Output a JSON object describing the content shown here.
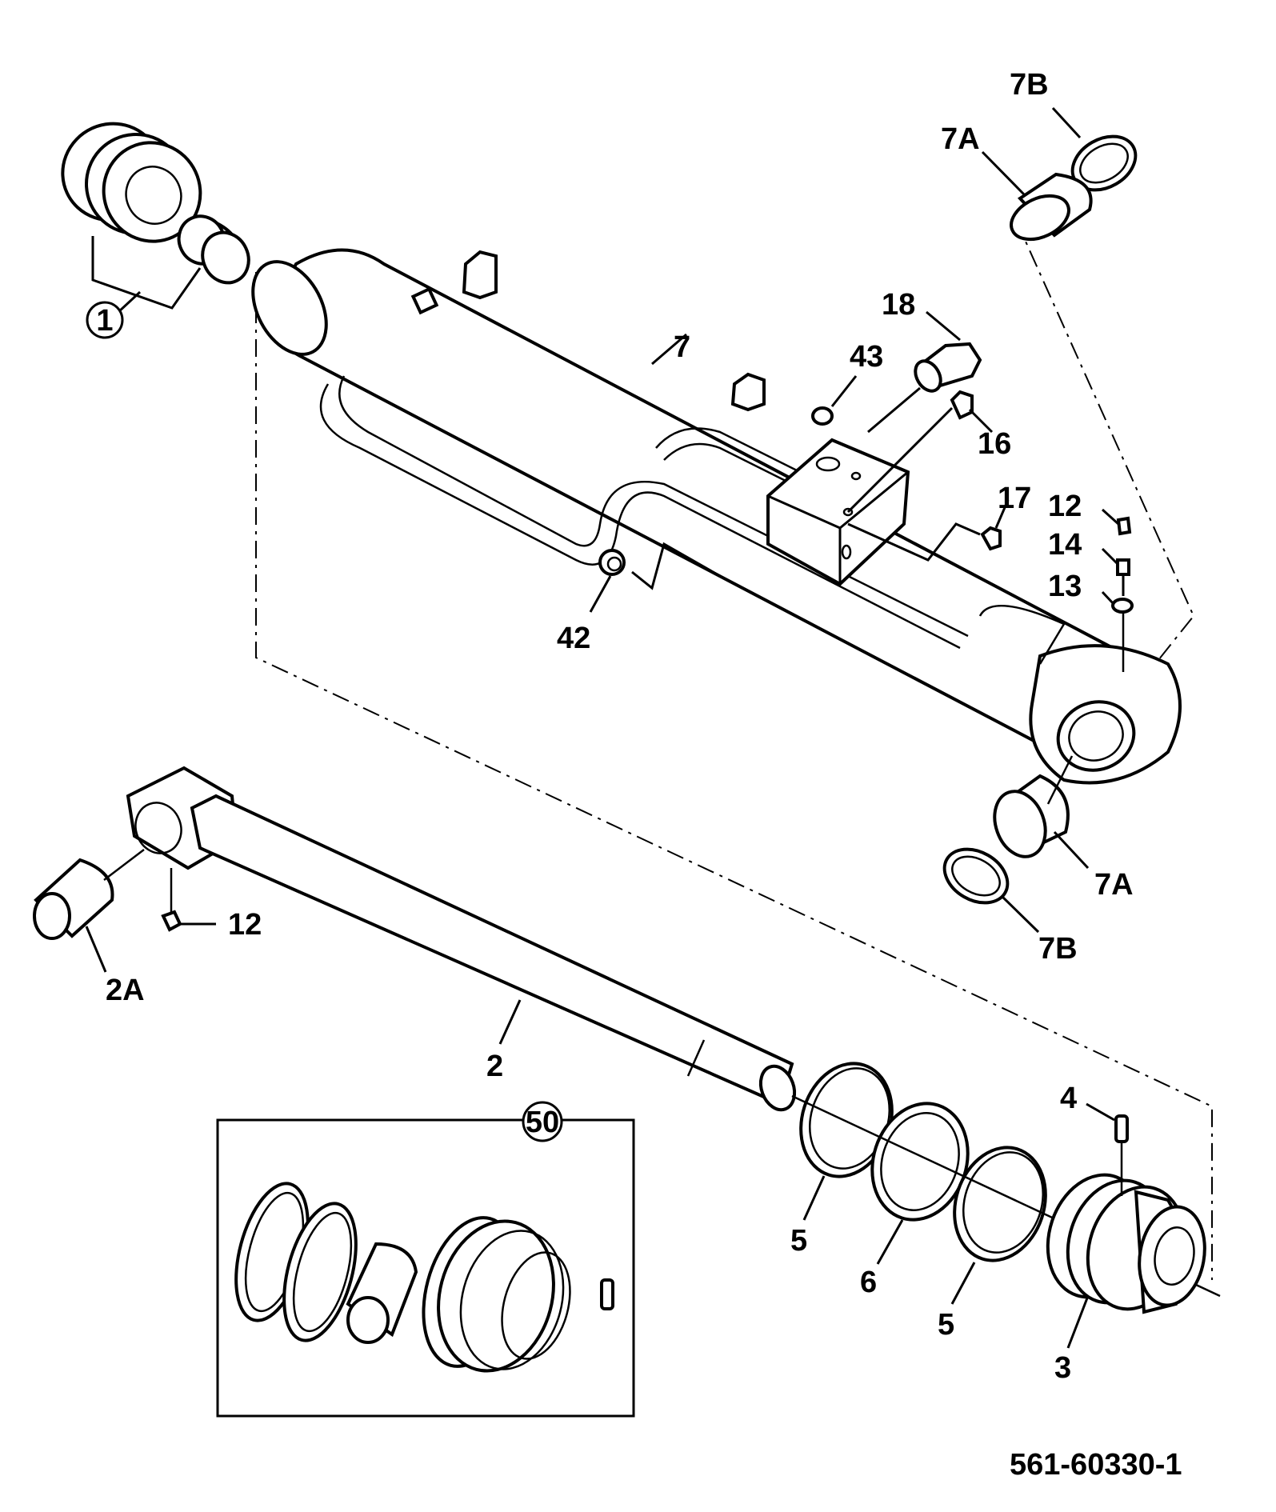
{
  "drawing_number": "561-60330-1",
  "callouts": {
    "c1": "1",
    "c7B_top": "7B",
    "c7A_top": "7A",
    "c18": "18",
    "c43": "43",
    "c7": "7",
    "c16": "16",
    "c17": "17",
    "c12_top": "12",
    "c14": "14",
    "c13": "13",
    "c42": "42",
    "c7A_bottom": "7A",
    "c7B_bottom": "7B",
    "c12_bottom": "12",
    "c2A": "2A",
    "c2": "2",
    "c4": "4",
    "c50": "50",
    "c5_left": "5",
    "c6": "6",
    "c5_right": "5",
    "c3": "3"
  }
}
